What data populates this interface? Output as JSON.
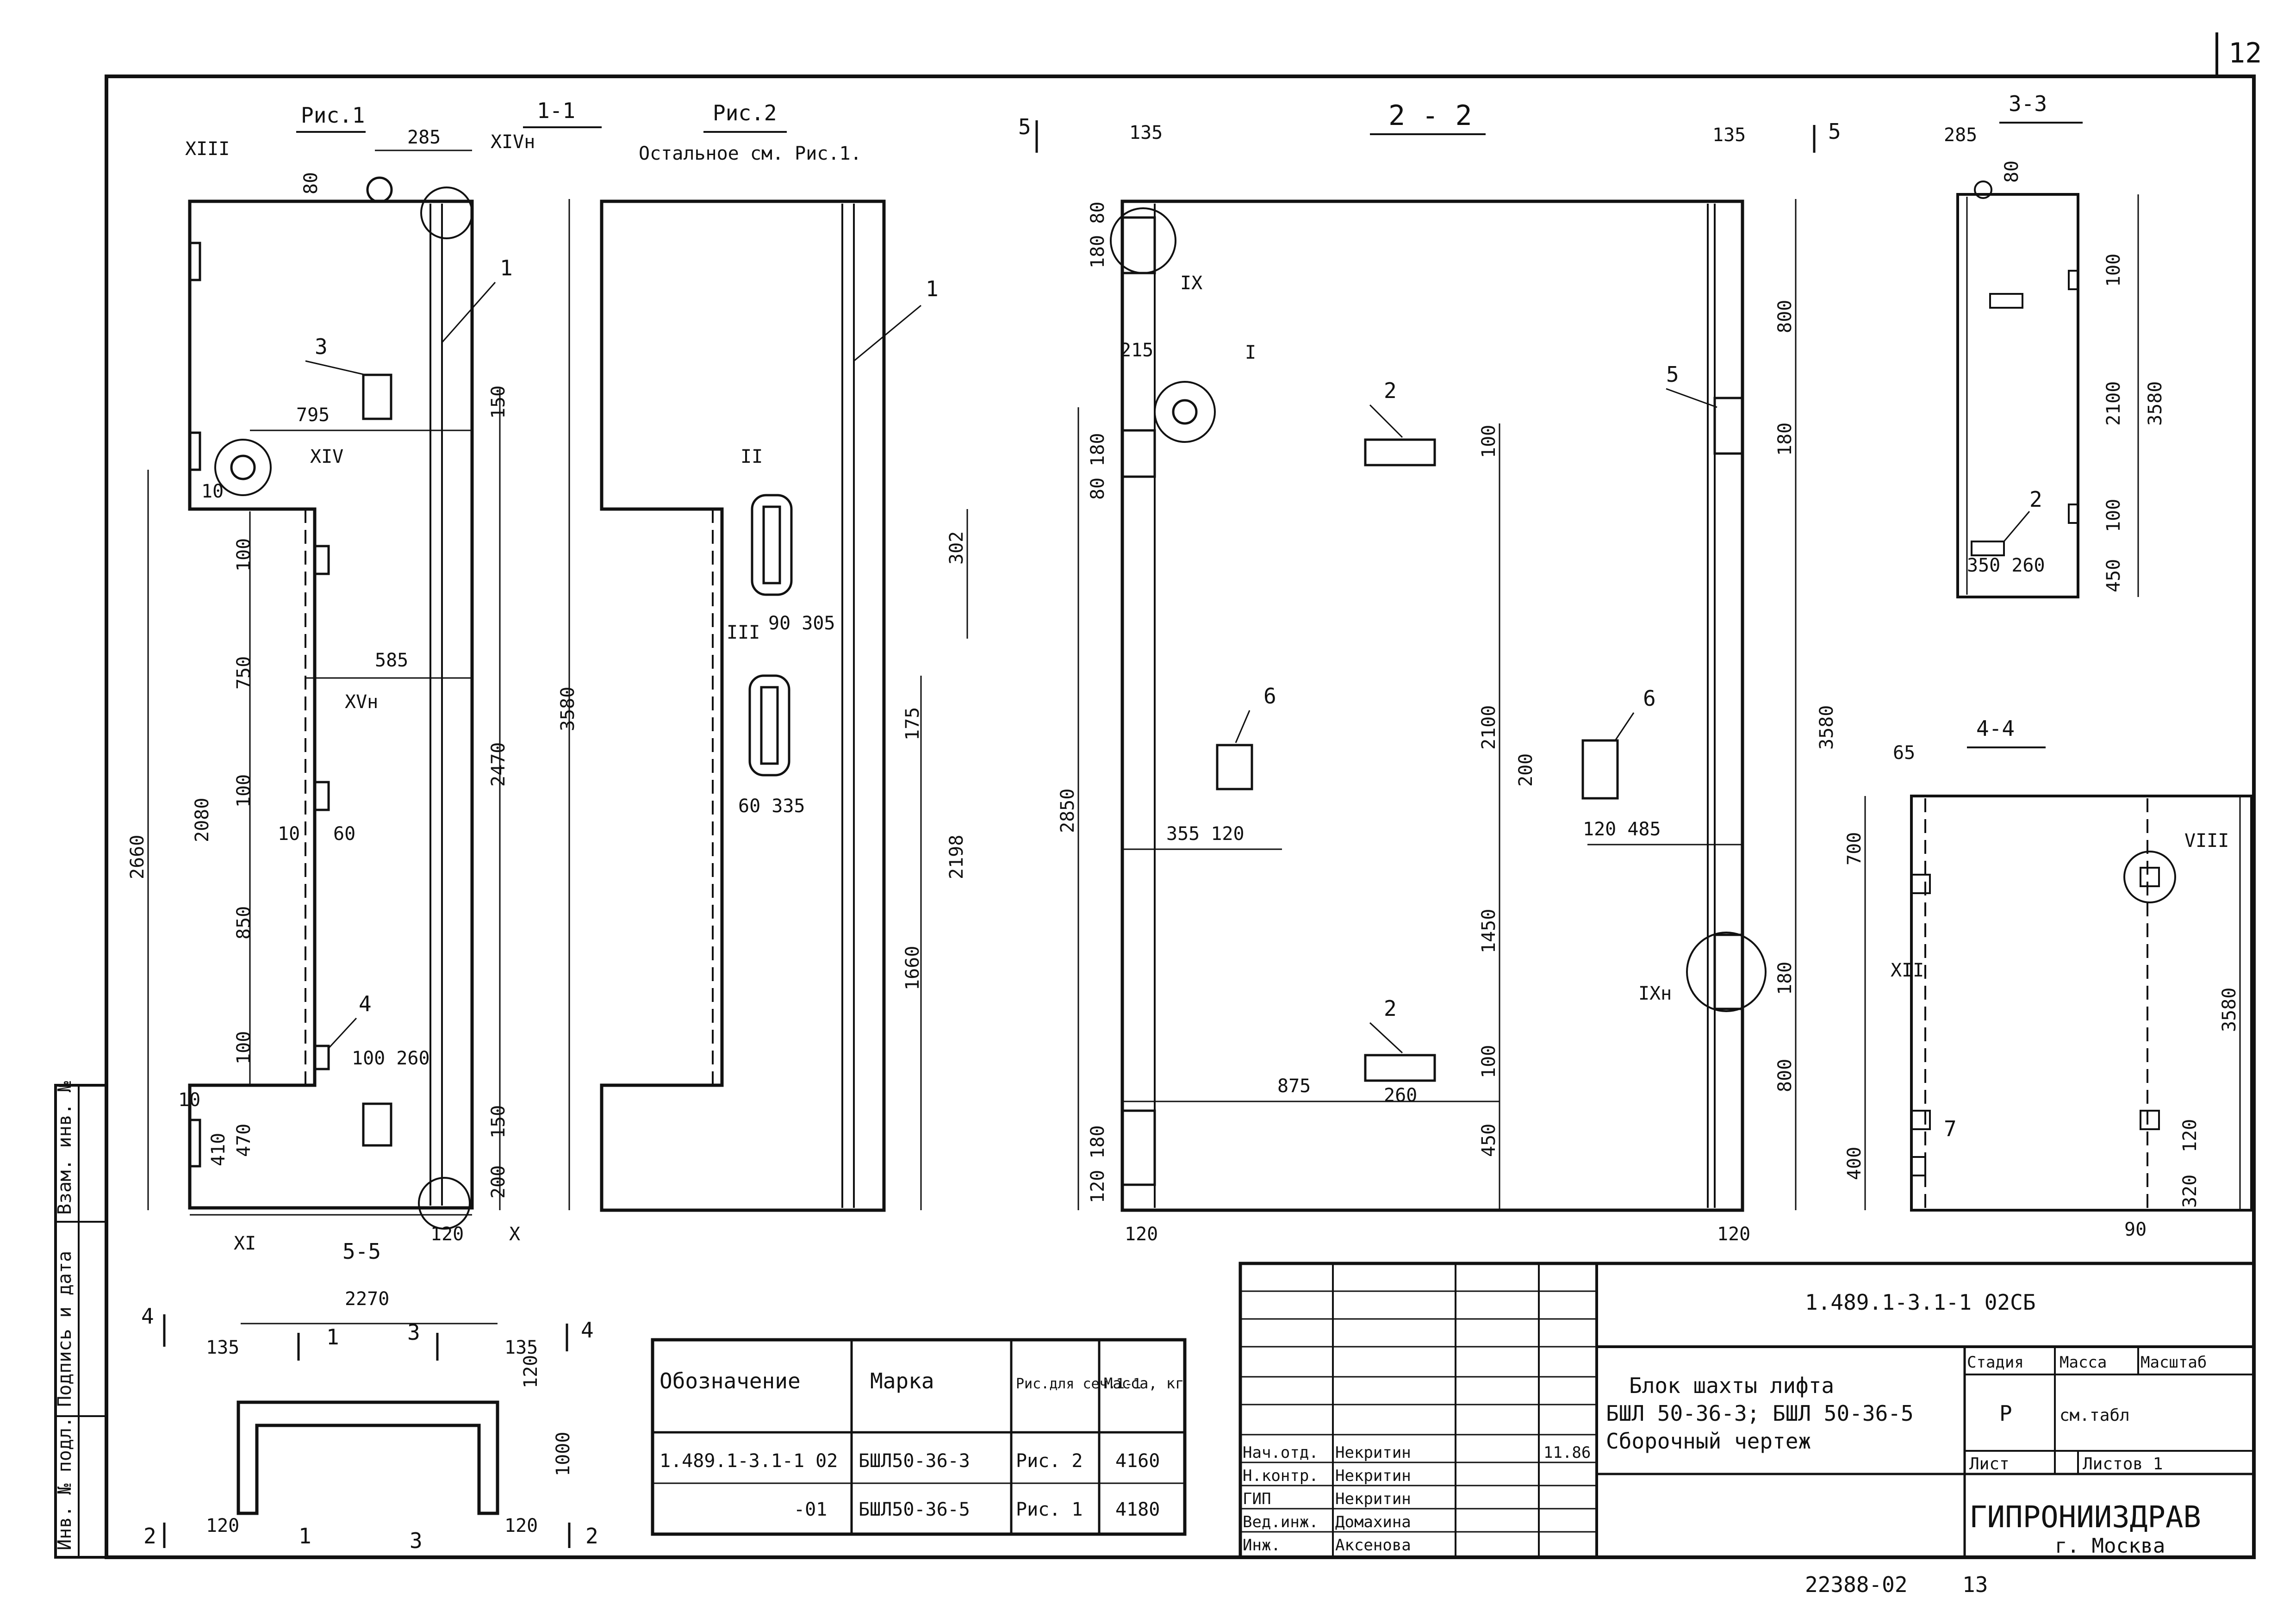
{
  "page_number": "12",
  "sheet_number": "13",
  "archive_number": "22388-02",
  "figures": {
    "fig1": "Рис.1",
    "fig2": "Рис.2",
    "fig2_note": "Остальное см. Рис.1.",
    "s11": "1-1",
    "s22": "2 - 2",
    "s33": "3-3",
    "s44": "4-4",
    "s55": "5-5"
  },
  "section_markers": {
    "a": "5",
    "b": "5",
    "c": "4",
    "d": "4",
    "e": "2",
    "f": "2",
    "g": "1",
    "h": "1",
    "i": "3",
    "j": "3"
  },
  "node_labels": {
    "n13": "XIII",
    "n14h": "XIVн",
    "n14": "XIV",
    "n15h": "XVн",
    "n11": "XI",
    "n10": "IX",
    "n2": "II",
    "n3": "III",
    "n9": "IX",
    "n1": "I",
    "n9h": "IXн",
    "n8": "VIII",
    "n12": "XII",
    "n10b": "X"
  },
  "positions": {
    "p1": "1",
    "p2": "2",
    "p3": "3",
    "p4": "4",
    "p5": "5",
    "p6": "6",
    "p7": "7"
  },
  "dims": {
    "d285": "285",
    "d80": "80",
    "d795": "795",
    "d150": "150",
    "d10": "10",
    "d100": "100",
    "d750": "750",
    "d585": "585",
    "d2660": "2660",
    "d2080": "2080",
    "d2470": "2470",
    "d3580": "3580",
    "d850": "850",
    "d60": "60",
    "d100_260": "100 260",
    "d470": "470",
    "d410": "410",
    "d200": "200",
    "d120": "120",
    "d302": "302",
    "d90_305": "90 305",
    "d175": "175",
    "d2198": "2198",
    "d60_335": "60  335",
    "d1660": "1660",
    "d135": "135",
    "d180_80": "180 80",
    "d215": "215",
    "d2850": "2850",
    "d80_180": "80 180",
    "d800": "800",
    "d180": "180",
    "d2100": "2100",
    "d355_120": "355 120",
    "d120_485": "120  485",
    "d875": "875",
    "d260": "260",
    "d1450": "1450",
    "d450": "450",
    "d120_180": "120 180",
    "d350_260": "350 260",
    "d65": "65",
    "d700": "700",
    "d400": "400",
    "d320": "320",
    "d90": "90",
    "d2270": "2270",
    "d1000": "1000"
  },
  "spec_table": {
    "headers": [
      "Обозначение",
      "Марка",
      "Рис.для сеч.1-1",
      "Масса, кг"
    ],
    "rows": [
      [
        "1.489.1-3.1-1 02",
        "БШЛ50-36-3",
        "Рис. 2",
        "4160"
      ],
      [
        "-01",
        "БШЛ50-36-5",
        "Рис. 1",
        "4180"
      ]
    ]
  },
  "title_block": {
    "doc_code": "1.489.1-3.1-1 02СБ",
    "title_line1": "Блок шахты лифта",
    "title_line2": "БШЛ 50-36-3; БШЛ 50-36-5",
    "title_line3": "Сборочный чертеж",
    "stage_label": "Стадия",
    "mass_label": "Масса",
    "scale_label": "Масштаб",
    "stage_value": "Р",
    "mass_value": "см.табл",
    "sheet_label": "Лист",
    "sheets_label": "Листов 1",
    "org": "ГИПРОНИИЗДРАВ",
    "city": "г. Москва",
    "date": "11.86",
    "staff": [
      {
        "role": "Нач.отд.",
        "name": "Некритин"
      },
      {
        "role": "Н.контр.",
        "name": "Некритин"
      },
      {
        "role": "ГИП",
        "name": "Некритин"
      },
      {
        "role": "Вед.инж.",
        "name": "Домахина"
      },
      {
        "role": "Инж.",
        "name": "Аксенова"
      }
    ]
  },
  "side_stamp": [
    "Инв. № подл.",
    "Подпись и дата",
    "Взам. инв. №"
  ]
}
